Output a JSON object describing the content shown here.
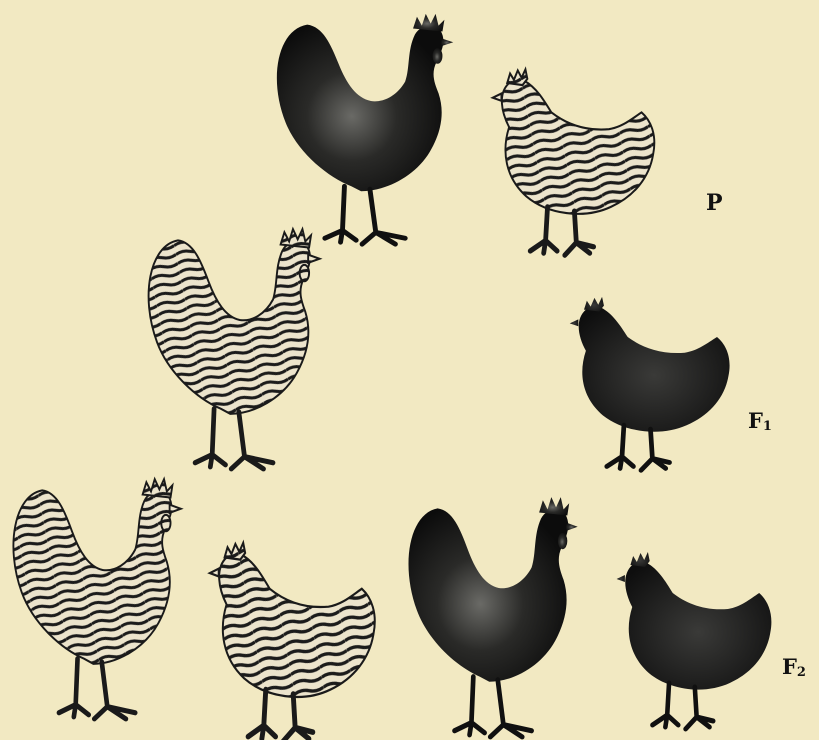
{
  "generations": [
    {
      "id": "P",
      "label": "P",
      "sub": ""
    },
    {
      "id": "F1",
      "label": "F",
      "sub": "1"
    },
    {
      "id": "F2",
      "label": "F",
      "sub": "2"
    }
  ],
  "birds": [
    {
      "name": "parent-black-rooster",
      "generation": "P",
      "sex": "rooster",
      "pattern": "black"
    },
    {
      "name": "parent-barred-hen",
      "generation": "P",
      "sex": "hen",
      "pattern": "barred"
    },
    {
      "name": "f1-barred-rooster",
      "generation": "F1",
      "sex": "rooster",
      "pattern": "barred"
    },
    {
      "name": "f1-black-hen",
      "generation": "F1",
      "sex": "hen",
      "pattern": "black"
    },
    {
      "name": "f2-barred-rooster",
      "generation": "F2",
      "sex": "rooster",
      "pattern": "barred"
    },
    {
      "name": "f2-barred-hen",
      "generation": "F2",
      "sex": "hen",
      "pattern": "barred"
    },
    {
      "name": "f2-black-rooster",
      "generation": "F2",
      "sex": "rooster",
      "pattern": "black"
    },
    {
      "name": "f2-black-hen",
      "generation": "F2",
      "sex": "hen",
      "pattern": "black"
    }
  ],
  "colors": {
    "paper": "#f2e9c2",
    "ink": "#111111",
    "barred_light": "#ede6cf"
  }
}
